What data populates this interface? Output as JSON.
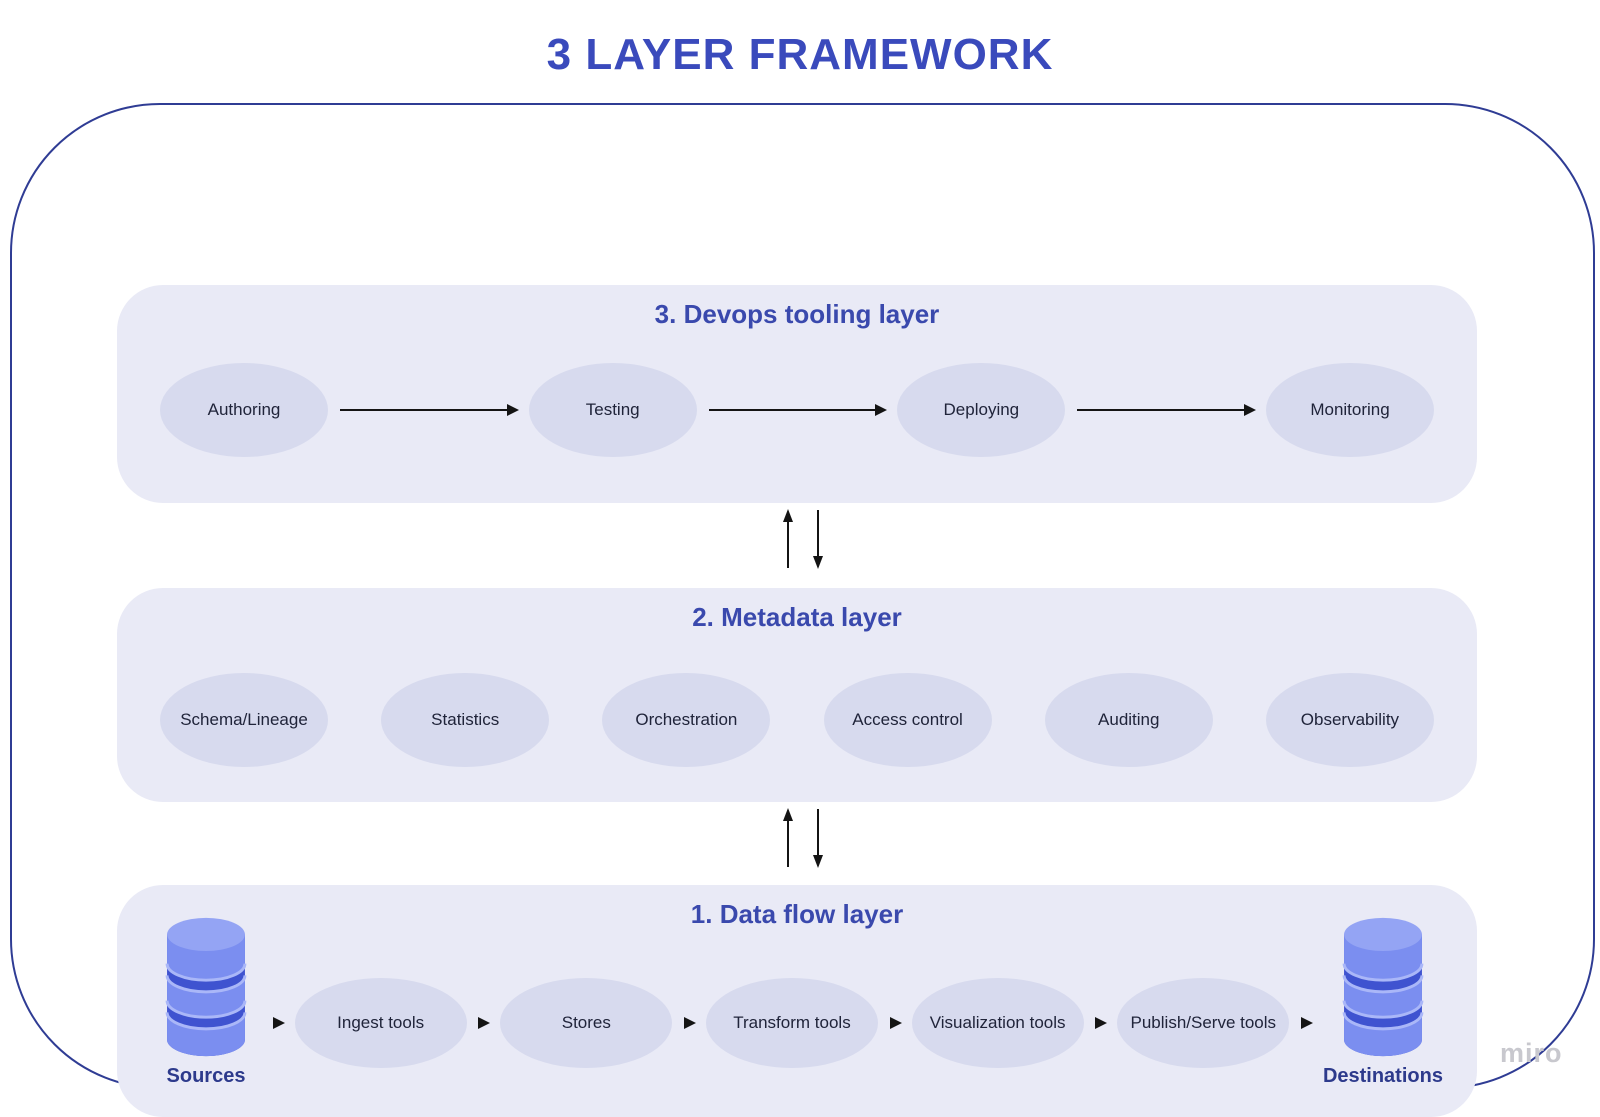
{
  "title": "3 LAYER FRAMEWORK",
  "watermark": "miro",
  "colors": {
    "title_text": "#3a4abc",
    "heading_text": "#3a49ad",
    "outer_border": "#2f3c94",
    "panel_background": "#e9eaf6",
    "node_background": "#d7daee",
    "node_text": "#20243a",
    "arrow": "#141414",
    "database_body": "#7b8ef0",
    "database_dark_band": "#3f53d0",
    "database_top": "#94a4f4",
    "database_rim": "#aab7f8",
    "database_label": "#2d3a8c",
    "watermark_text": "#c8c8ce"
  },
  "layers": {
    "devops": {
      "heading": "3. Devops tooling layer",
      "nodes": [
        "Authoring",
        "Testing",
        "Deploying",
        "Monitoring"
      ]
    },
    "metadata": {
      "heading": "2. Metadata layer",
      "nodes": [
        "Schema/Lineage",
        "Statistics",
        "Orchestration",
        "Access control",
        "Auditing",
        "Observability"
      ]
    },
    "dataflow": {
      "heading": "1. Data flow layer",
      "source_label": "Sources",
      "destination_label": "Destinations",
      "nodes": [
        "Ingest tools",
        "Stores",
        "Transform tools",
        "Visualization tools",
        "Publish/Serve tools"
      ]
    }
  }
}
